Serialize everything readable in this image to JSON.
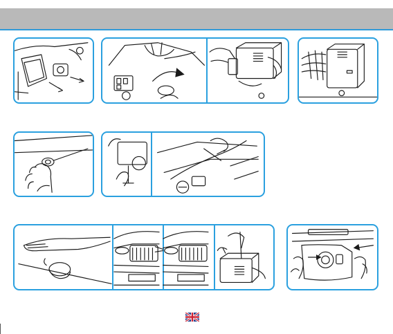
{
  "page": {
    "header_color": "#b9b9b9",
    "accent_color": "#2aa0df",
    "language_flag": "uk-flag-icon",
    "footer_text": ""
  },
  "rows": [
    {
      "panels": [
        "dashboard-trim-removal",
        "wiring-harness-connection",
        "module-plug-in",
        "module-mounted"
      ]
    },
    {
      "panels": [
        "sensor-adhesion",
        "cable-routing"
      ]
    },
    {
      "panels": [
        "hand-over-sensor-test",
        "headlights-off",
        "headlights-on",
        "module-adjustment",
        "switch-reinstall"
      ]
    }
  ]
}
